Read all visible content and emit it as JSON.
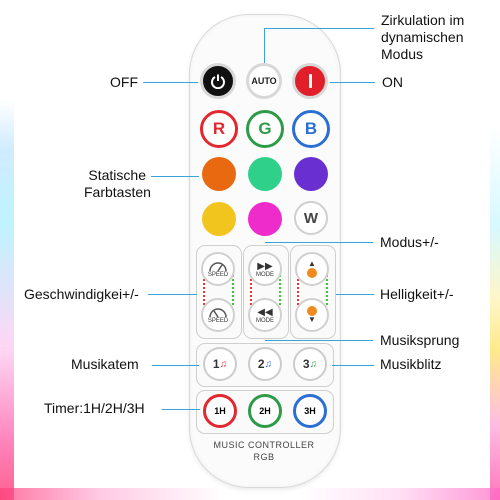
{
  "buttons": {
    "auto_label": "AUTO",
    "letters": [
      "R",
      "G",
      "B"
    ],
    "w_label": "W",
    "speed_label": "SPEED",
    "mode_label": "MODE",
    "music": [
      "1",
      "2",
      "3"
    ],
    "timer": [
      "1H",
      "2H",
      "3H"
    ]
  },
  "annotations": {
    "zirkulation": [
      "Zirkulation im",
      "dynamischen",
      "Modus"
    ],
    "off": "OFF",
    "on": "ON",
    "statische": [
      "Statische",
      "Farbtasten"
    ],
    "modus": "Modus+/-",
    "geschwindigkeit": "Geschwindigkei+/-",
    "helligkeit": "Helligkeit+/-",
    "musiksprung": "Musiksprung",
    "musikatem": "Musikatem",
    "musikblitz": "Musikblitz",
    "timer": "Timer:1H/2H/3H"
  },
  "brand": {
    "line1": "MUSIC CONTROLLER",
    "line2": "RGB"
  },
  "colors": {
    "accent_line": "#3aa3d8",
    "power_off": "#111111",
    "power_on": "#e11f2a",
    "red": "#e2282e",
    "green": "#2e9b48",
    "blue": "#2a6fd1",
    "orange": "#e8690f",
    "mint": "#2fd08a",
    "purple": "#6a2fd0",
    "yellow": "#f2c41e",
    "magenta": "#ee2ccb"
  }
}
